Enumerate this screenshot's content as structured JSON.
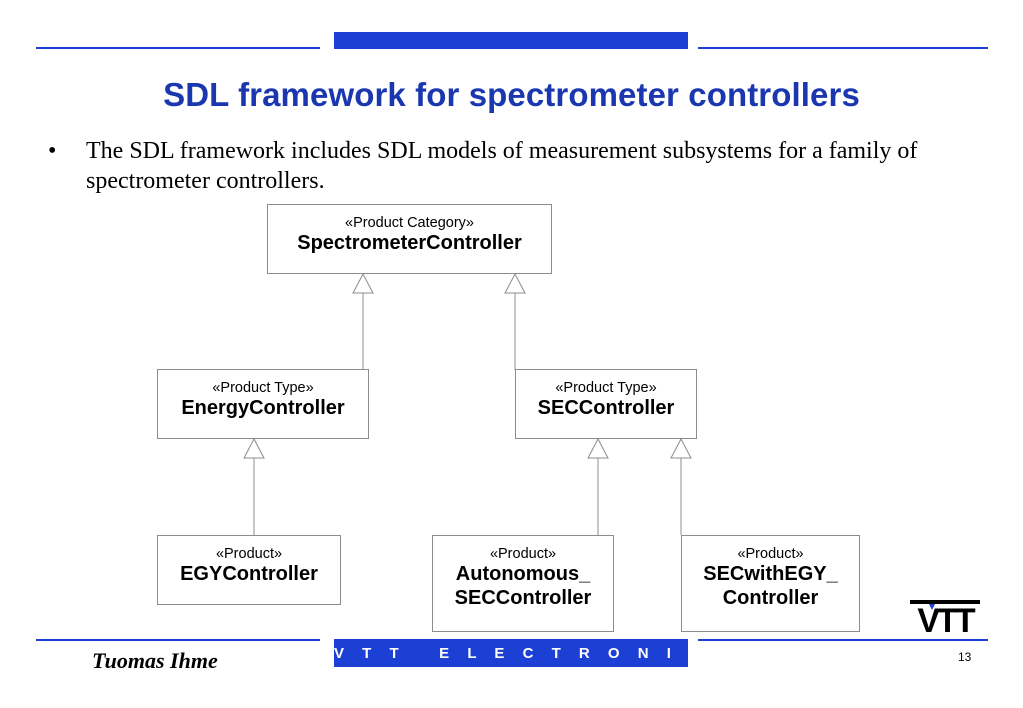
{
  "slide": {
    "title": "SDL framework for spectrometer controllers",
    "bullet_marker": "•",
    "bullet_text": "The SDL framework includes SDL models of measurement subsystems for a family of spectrometer controllers."
  },
  "diagram": {
    "nodes": [
      {
        "id": "spectrometer-controller",
        "stereotype": "«Product Category»",
        "name": "SpectrometerController"
      },
      {
        "id": "energy-controller",
        "stereotype": "«Product Type»",
        "name": "EnergyController"
      },
      {
        "id": "sec-controller",
        "stereotype": "«Product Type»",
        "name": "SECController"
      },
      {
        "id": "egy-controller",
        "stereotype": "«Product»",
        "name": "EGYController"
      },
      {
        "id": "autonomous-sec-controller",
        "stereotype": "«Product»",
        "name_line1": "Autonomous_",
        "name_line2": "SECController"
      },
      {
        "id": "secwithegy-controller",
        "stereotype": "«Product»",
        "name_line1": "SECwithEGY_",
        "name_line2": "Controller"
      }
    ],
    "edges": [
      {
        "from": "energy-controller",
        "to": "spectrometer-controller",
        "type": "generalization"
      },
      {
        "from": "sec-controller",
        "to": "spectrometer-controller",
        "type": "generalization"
      },
      {
        "from": "egy-controller",
        "to": "energy-controller",
        "type": "generalization"
      },
      {
        "from": "autonomous-sec-controller",
        "to": "sec-controller",
        "type": "generalization"
      },
      {
        "from": "secwithegy-controller",
        "to": "sec-controller",
        "type": "generalization"
      }
    ]
  },
  "footer": {
    "band_text": "V T T   E L E C T R O N I C S",
    "author": "Tuomas Ihme",
    "page_number": "13",
    "logo_text": "VTT"
  },
  "colors": {
    "accent": "#1c3fd4",
    "title": "#1a37b0",
    "box_border": "#8c8c8c"
  }
}
